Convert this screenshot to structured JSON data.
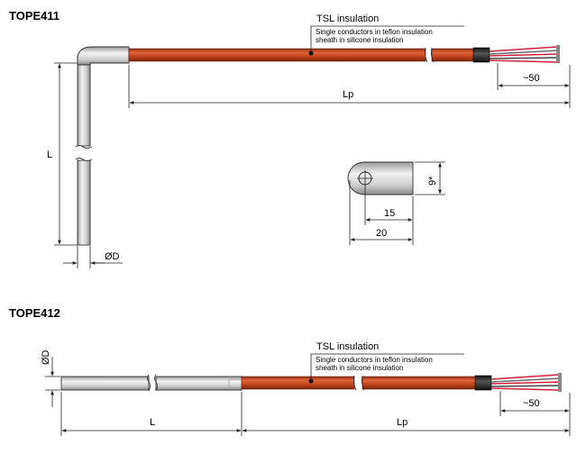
{
  "tope411": {
    "title": "TOPE411",
    "insulation_label": "TSL insulation",
    "insulation_desc_line1": "Single conductors in teflon insulation",
    "insulation_desc_line2": "sheath in silicone insulation",
    "dim_lp": "Lp",
    "dim_tail": "~50",
    "dim_l": "L",
    "dim_d": "ØD"
  },
  "bend_detail": {
    "dim_15": "15",
    "dim_20": "20",
    "dim_9": "9*"
  },
  "tope412": {
    "title": "TOPE412",
    "insulation_label": "TSL insulation",
    "insulation_desc_line1": "Single conductors in teflon insulation",
    "insulation_desc_line2": "sheath in silicone insulation",
    "dim_d": "ØD",
    "dim_l": "L",
    "dim_lp": "Lp",
    "dim_tail": "~50"
  },
  "colors": {
    "cable": "#c4461e",
    "cable_dark": "#8e2c10",
    "metal": "#d4d4d4",
    "sleeve": "#2a2a2a",
    "wire_red": "#d0203a"
  }
}
